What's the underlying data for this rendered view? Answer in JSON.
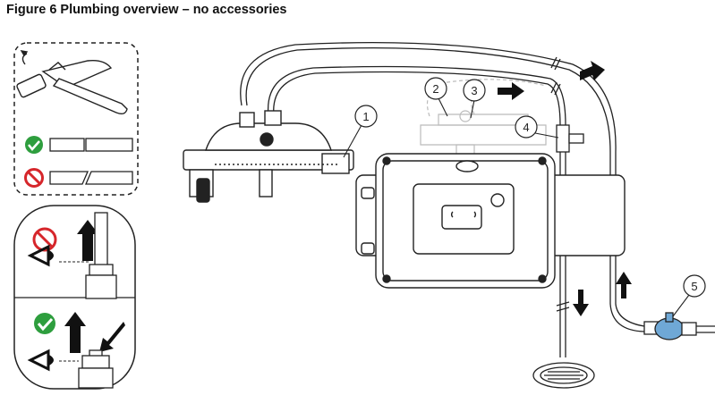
{
  "figure": {
    "title": "Figure 6  Plumbing overview – no accessories"
  },
  "callouts": [
    {
      "label": "1"
    },
    {
      "label": "2"
    },
    {
      "label": "3"
    },
    {
      "label": "4"
    },
    {
      "label": "5"
    }
  ],
  "icons": {
    "check": "green-check-icon",
    "prohibit": "red-prohibited-icon",
    "eye": "eye-icon",
    "arrow": "flow-arrow-icon"
  },
  "colors": {
    "check_green": "#2e9e3e",
    "prohibit_red": "#d6262b",
    "valve_blue": "#6fa8d6",
    "line": "#222222"
  }
}
